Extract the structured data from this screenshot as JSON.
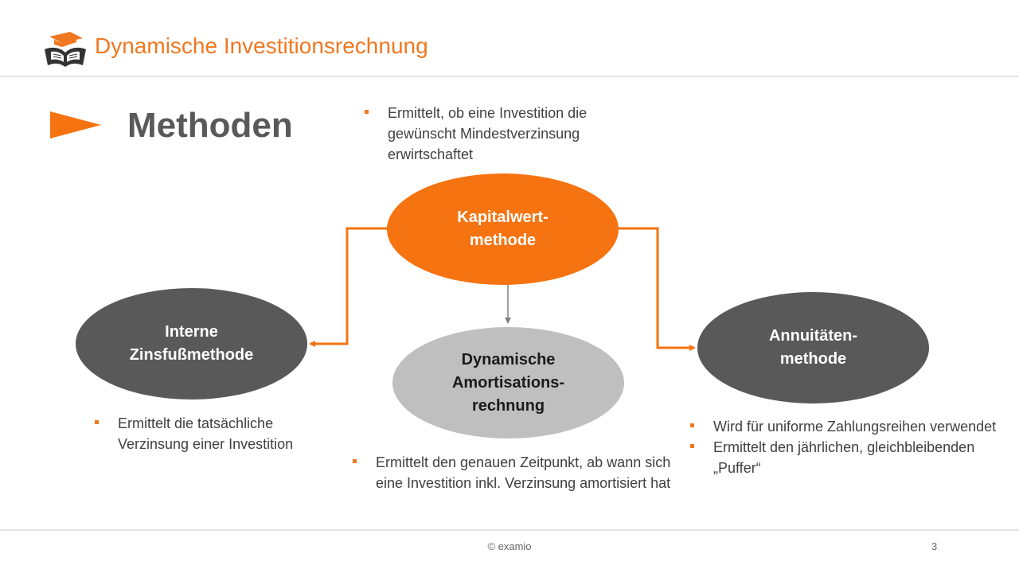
{
  "header": {
    "title": "Dynamische Investitionsrechnung",
    "logo_icon": "graduation-cap-book-icon"
  },
  "section": {
    "title": "Methoden",
    "arrow_icon": "orange-arrow-icon"
  },
  "diagram": {
    "nodes": {
      "capital_value": {
        "lines": [
          "Kapitalwert-",
          "methode"
        ],
        "color": "#f57310"
      },
      "internal_rate": {
        "lines": [
          "Interne",
          "Zinsfußmethode"
        ],
        "color": "#595959"
      },
      "dynamic_amortization": {
        "lines": [
          "Dynamische",
          "Amortisations-",
          "rechnung"
        ],
        "color": "#bfbfbf"
      },
      "annuity": {
        "lines": [
          "Annuitäten-",
          "methode"
        ],
        "color": "#595959"
      }
    },
    "notes": {
      "capital_value": [
        "Ermittelt, ob eine Investition die gewünscht Mindestverzinsung erwirtschaftet"
      ],
      "internal_rate": [
        "Ermittelt die tatsächliche Verzinsung einer Investition"
      ],
      "dynamic_amortization": [
        "Ermittelt den genauen Zeitpunkt, ab wann sich eine Investition inkl. Verzinsung amortisiert hat"
      ],
      "annuity": [
        "Wird für uniforme Zahlungsreihen verwendet",
        "Ermittelt den jährlichen, gleichbleibenden „Puffer“"
      ]
    }
  },
  "footer": {
    "copyright": "© examio",
    "page_number": "3"
  },
  "colors": {
    "accent": "#f07820",
    "dark_node": "#595959",
    "light_node": "#bfbfbf",
    "text": "#404040"
  }
}
